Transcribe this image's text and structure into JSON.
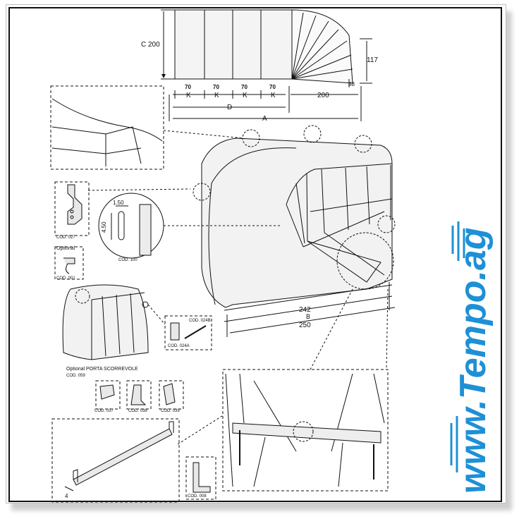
{
  "dimensions": {
    "height": "C 200",
    "k_segment": "70",
    "k_letter": "K",
    "end_depth": "200",
    "end_height": "117",
    "end_offset": "48",
    "d_label": "D",
    "a_label": "A",
    "inner_width": "242",
    "b_label": "B",
    "outer_width": "250",
    "profile_width": "1.50",
    "profile_height": "4.50",
    "bar_small": "4"
  },
  "codes": {
    "cod027": "COD. 027",
    "cod100": "COD. 100",
    "cod001": "COD. 001",
    "cod024b": "COD. 024B",
    "cod024a": "COD. 024A",
    "cod059": "COD. 059",
    "cod037": "COD. 037",
    "cod038": "COD. 038",
    "cod039": "COD. 039",
    "cod008": "COD. 008"
  },
  "notes": {
    "optional": "Optional",
    "sliding_door": "Optional PORTA SCORREVOLE"
  },
  "watermark": {
    "text": "www.Tempo.ag",
    "color": "#1e90d6"
  }
}
